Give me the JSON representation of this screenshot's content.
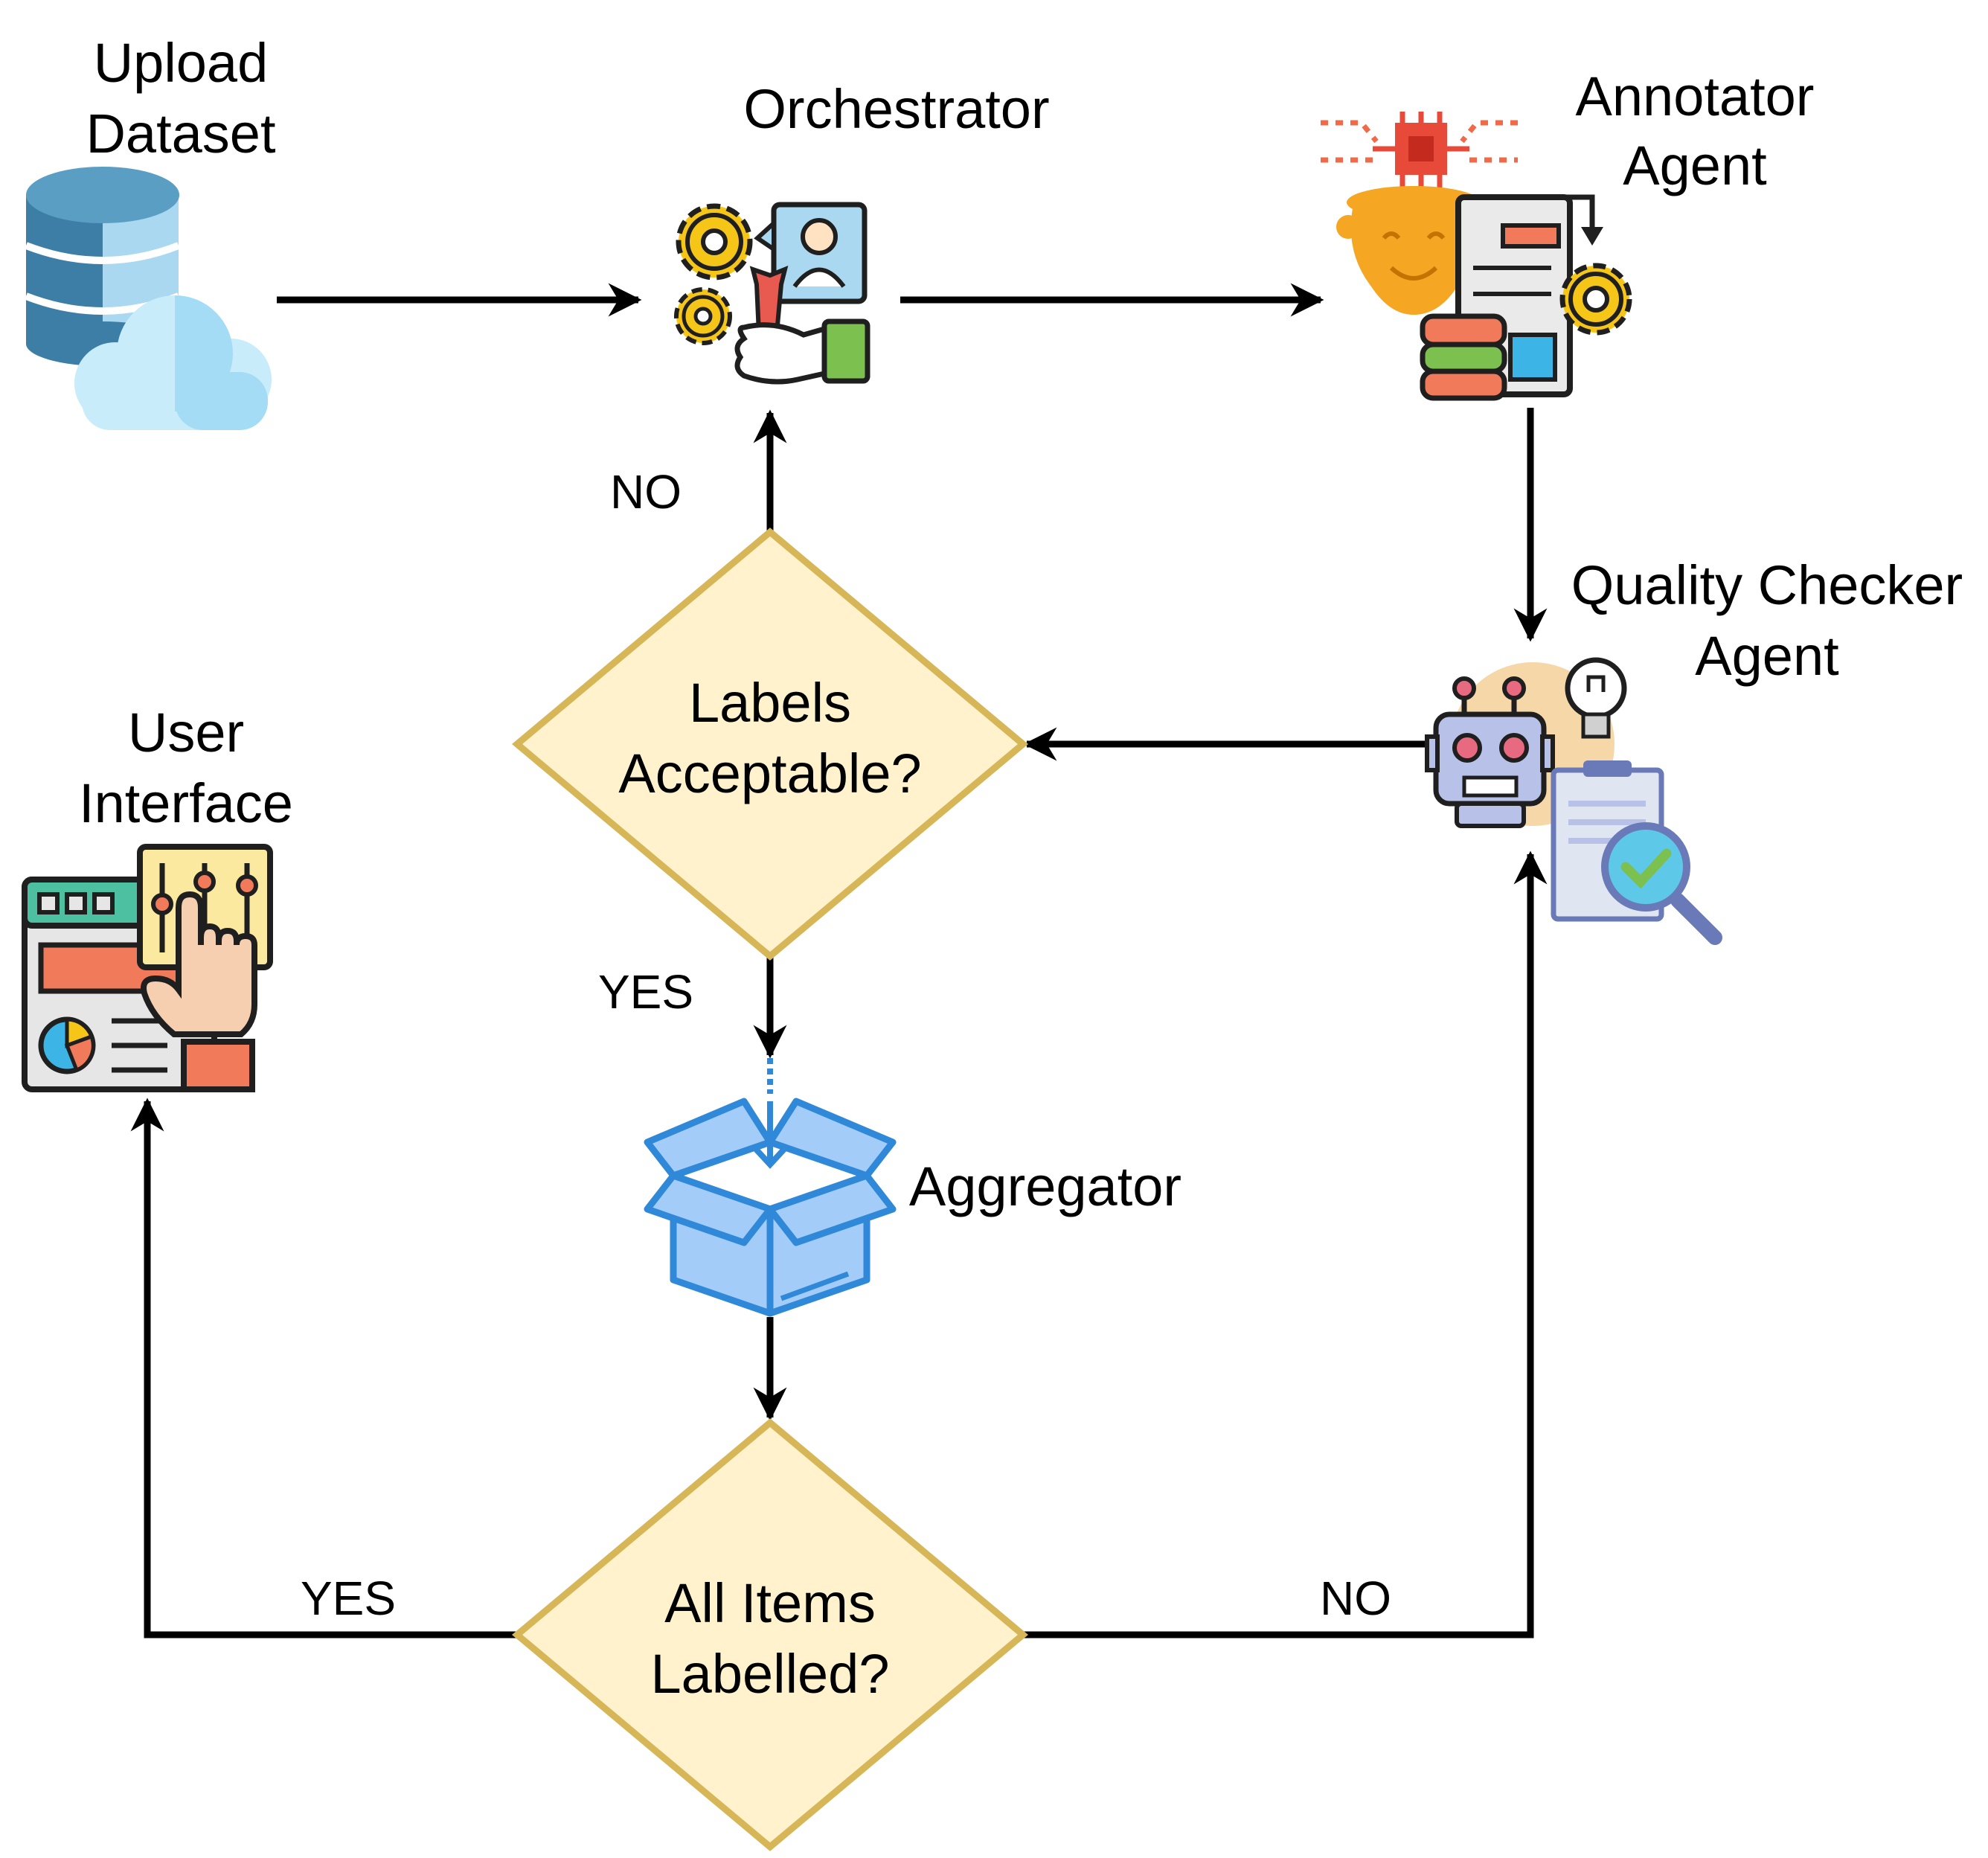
{
  "nodes": {
    "upload_dataset": {
      "line1": "Upload",
      "line2": "Dataset"
    },
    "orchestrator": {
      "label": "Orchestrator"
    },
    "annotator_agent": {
      "line1": "Annotator",
      "line2": "Agent"
    },
    "quality_checker_agent": {
      "line1": "Quality Checker",
      "line2": "Agent"
    },
    "labels_acceptable": {
      "line1": "Labels",
      "line2": "Acceptable?"
    },
    "aggregator": {
      "label": "Aggregator"
    },
    "all_items_labelled": {
      "line1": "All Items",
      "line2": "Labelled?"
    },
    "user_interface": {
      "line1": "User",
      "line2": "Interface"
    }
  },
  "edges": {
    "labels_no": "NO",
    "labels_yes": "YES",
    "items_yes": "YES",
    "items_no": "NO"
  },
  "colors": {
    "decision_fill": "#fff2cc",
    "decision_stroke": "#d6b656",
    "arrow": "#000000",
    "aggregator_blue": "#2f88d8"
  },
  "icons": {
    "upload_dataset": "database-cloud-icon",
    "orchestrator": "gears-wrench-icon",
    "annotator_agent": "ai-head-document-icon",
    "quality_checker_agent": "robot-clipboard-icon",
    "aggregator": "open-box-icon",
    "user_interface": "dashboard-touch-icon"
  }
}
